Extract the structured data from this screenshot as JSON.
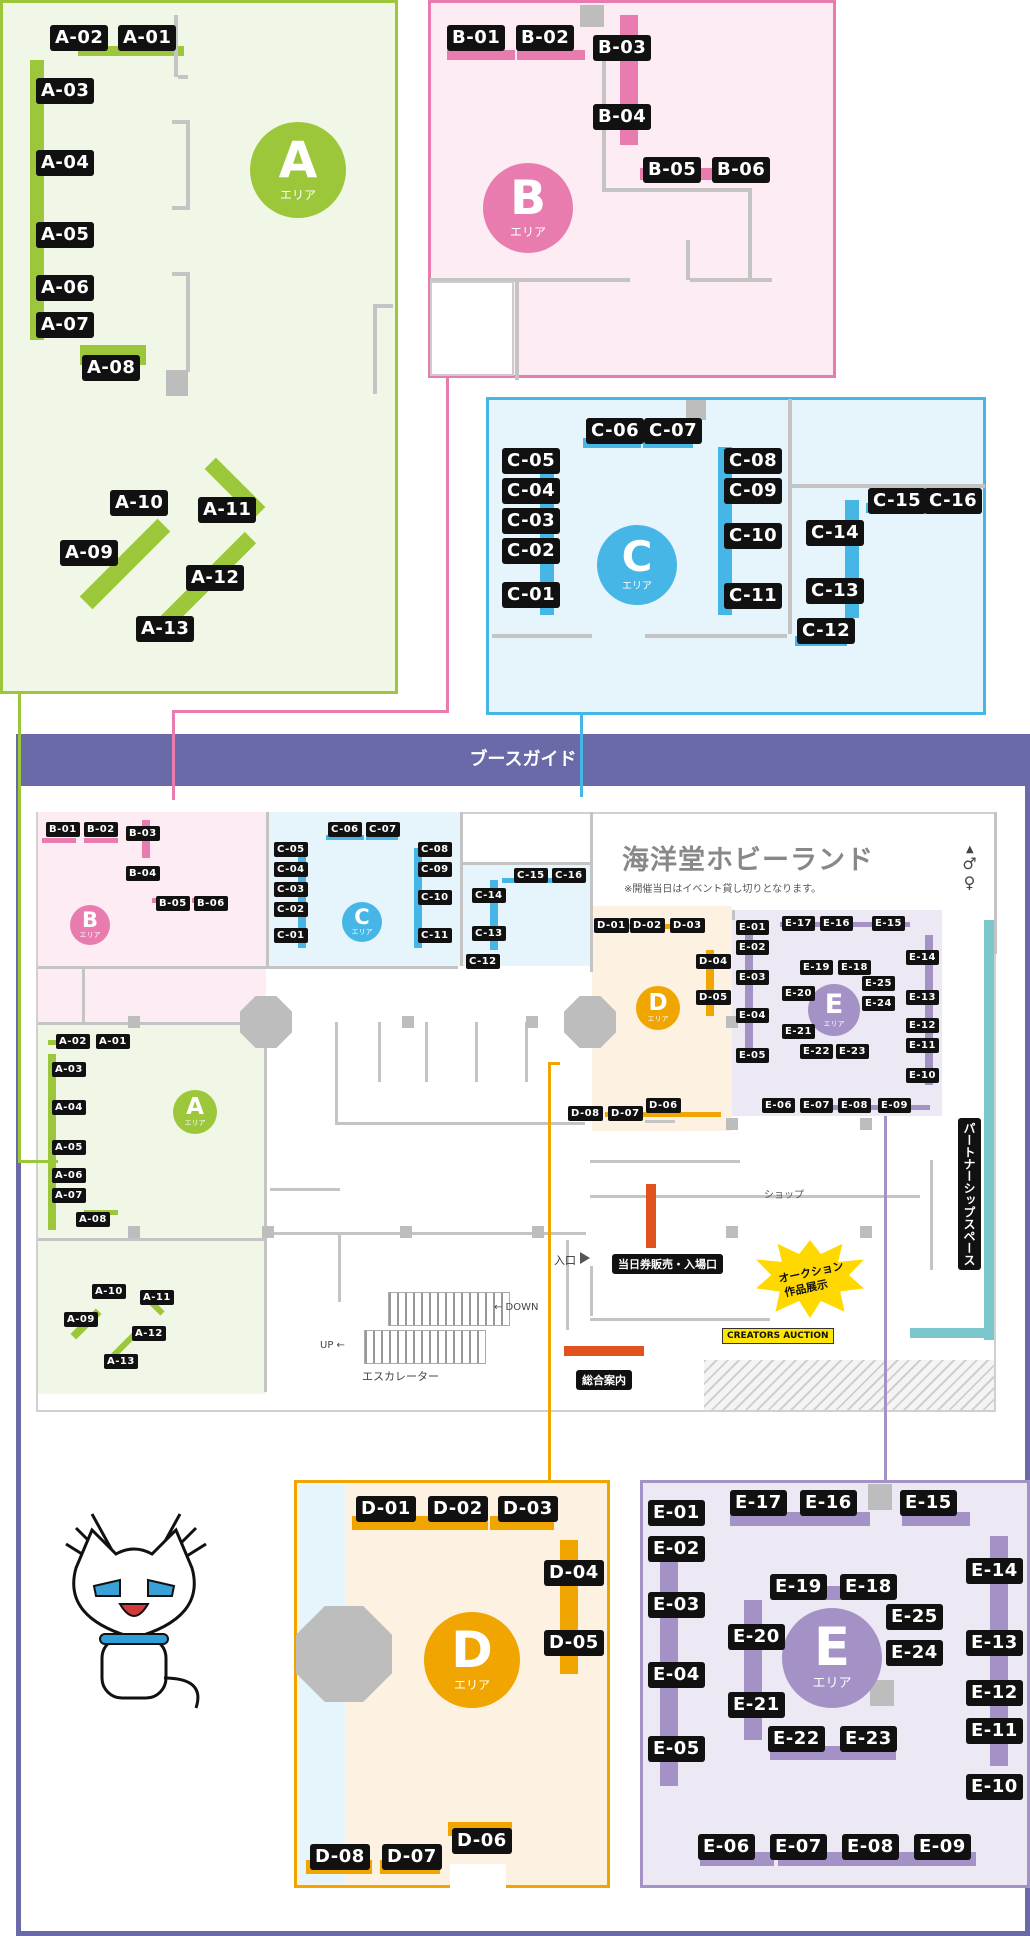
{
  "guide_title": "ブースガイド",
  "venue": {
    "name": "海洋堂ホビーランド",
    "note": "※開催当日はイベント貸し切りとなります。",
    "shop": "ショップ",
    "entrance": "入口",
    "ticket": "当日券販売・入場口",
    "info": "総合案内",
    "escalator": "エスカレーター",
    "up": "UP ←",
    "down": "← DOWN",
    "partner": "パートナーシップスペース",
    "auction_line1": "オークション",
    "auction_line2": "作品展示",
    "auction_en": "CREATORS AUCTION"
  },
  "area_suffix": "エリア",
  "areas": {
    "A": {
      "letter": "A",
      "color": "#9dc73a",
      "light": "#f1f7e6",
      "booths": [
        "A-01",
        "A-02",
        "A-03",
        "A-04",
        "A-05",
        "A-06",
        "A-07",
        "A-08",
        "A-09",
        "A-10",
        "A-11",
        "A-12",
        "A-13"
      ]
    },
    "B": {
      "letter": "B",
      "color": "#e97cae",
      "light": "#fdecf3",
      "booths": [
        "B-01",
        "B-02",
        "B-03",
        "B-04",
        "B-05",
        "B-06"
      ]
    },
    "C": {
      "letter": "C",
      "color": "#45b6e6",
      "light": "#e6f4fc",
      "booths": [
        "C-01",
        "C-02",
        "C-03",
        "C-04",
        "C-05",
        "C-06",
        "C-07",
        "C-08",
        "C-09",
        "C-10",
        "C-11",
        "C-12",
        "C-13",
        "C-14",
        "C-15",
        "C-16"
      ]
    },
    "D": {
      "letter": "D",
      "color": "#f0a500",
      "light": "#fdf1e2",
      "booths": [
        "D-01",
        "D-02",
        "D-03",
        "D-04",
        "D-05",
        "D-06",
        "D-07",
        "D-08"
      ]
    },
    "E": {
      "letter": "E",
      "color": "#a491c6",
      "light": "#ece8f4",
      "booths": [
        "E-01",
        "E-02",
        "E-03",
        "E-04",
        "E-05",
        "E-06",
        "E-07",
        "E-08",
        "E-09",
        "E-10",
        "E-11",
        "E-12",
        "E-13",
        "E-14",
        "E-15",
        "E-16",
        "E-17",
        "E-18",
        "E-19",
        "E-20",
        "E-21",
        "E-22",
        "E-23",
        "E-24",
        "E-25"
      ]
    }
  }
}
